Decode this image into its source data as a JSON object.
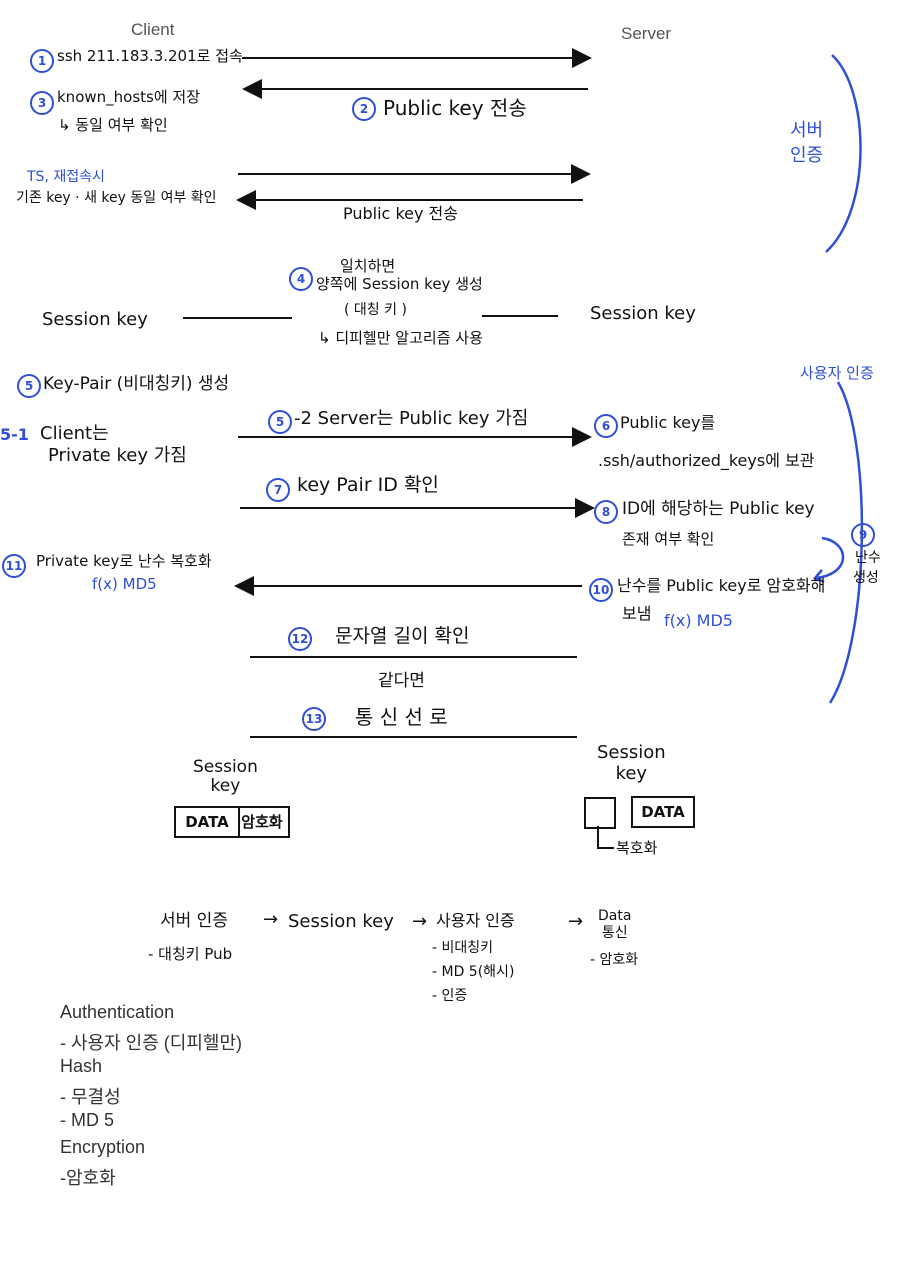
{
  "header": {
    "client": "Client",
    "server": "Server"
  },
  "steps": {
    "s1": {
      "num": "1",
      "text": "ssh 211.183.3.201로 접속"
    },
    "s2": {
      "num": "2",
      "text": "Public key 전송"
    },
    "s3": {
      "num": "3",
      "text": "known_hosts에 저장",
      "sub": "↳ 동일 여부 확인"
    },
    "reconnect": {
      "label": "TS, 재접속시",
      "text": "기존 key · 새 key 동일 여부 확인",
      "reply": "Public key 전송"
    },
    "server_auth": "서버\n인증",
    "s4": {
      "num": "4",
      "line1": "일치하면",
      "line2": "양쪽에 Session key 생성",
      "line3": "( 대칭 키 )",
      "line4": "↳ 디피헬만 알고리즘 사용"
    },
    "session_left": "Session key",
    "session_right": "Session key",
    "s5": {
      "num": "5",
      "text": "Key-Pair (비대칭키) 생성"
    },
    "s5_1": {
      "num": "5-1",
      "line1": "Client는",
      "line2": "Private key 가짐"
    },
    "s5_2": {
      "num": "5",
      "text": "-2 Server는 Public key 가짐"
    },
    "s6": {
      "num": "6",
      "line1": "Public key를",
      "line2": ".ssh/authorized_keys에 보관"
    },
    "s7": {
      "num": "7",
      "text": "key Pair ID 확인"
    },
    "s8": {
      "num": "8",
      "line1": "ID에 해당하는 Public key",
      "line2": "존재 여부 확인"
    },
    "s9": {
      "num": "9",
      "line1": "난수",
      "line2": "생성"
    },
    "user_auth": "사용자 인증",
    "s10": {
      "num": "10",
      "line1": "난수를 Public key로 암호화해",
      "line2": "보냄",
      "fx": "f(x) MD5"
    },
    "s11": {
      "num": "11",
      "text": "Private key로 난수 복호화",
      "fx": "f(x) MD5"
    },
    "s12": {
      "num": "12",
      "text": "문자열 길이 확인"
    },
    "same": "같다면",
    "s13": {
      "num": "13",
      "text": "통 신 선 로"
    },
    "bottom_left": {
      "title": "Session\nkey",
      "data": "DATA",
      "enc": "암호화"
    },
    "bottom_right": {
      "title": "Session\nkey",
      "data": "DATA",
      "dec": "복호화"
    },
    "flow": {
      "a": "서버 인증",
      "a_sub": "- 대칭키 Pub",
      "arrow1": "→",
      "b": "Session key",
      "arrow2": "→",
      "c": "사용자 인증",
      "c_sub1": "- 비대칭키",
      "c_sub2": "- MD 5(해시)",
      "c_sub3": "- 인증",
      "arrow3": "→",
      "d": "Data\n통신",
      "d_sub": "- 암호화"
    },
    "notes": [
      "Authentication",
      "- 사용자 인증 (디피헬만)",
      "Hash",
      "- 무결성",
      "- MD 5",
      "Encryption",
      "-암호화"
    ]
  },
  "colors": {
    "accent": "#2e4fd6",
    "ink": "#111111"
  }
}
